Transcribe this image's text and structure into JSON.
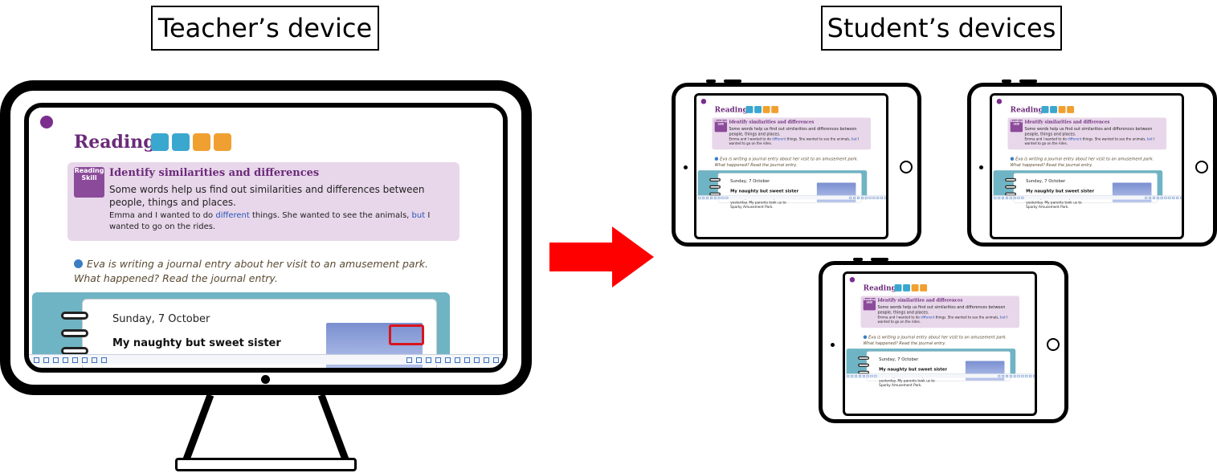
{
  "labels": {
    "teacher": "Teacher’s device",
    "students": "Student’s devices"
  },
  "page": {
    "reading_title": "Reading",
    "skill_tag": "Reading Skill",
    "skill_title": "Identify similarities and differences",
    "skill_line1": "Some words help us find out similarities and differences between people, things and places.",
    "skill_line2_a": "Emma and I wanted to do ",
    "skill_line2_b": "different",
    "skill_line2_c": " things. She wanted to see the animals, ",
    "skill_line2_d": "but",
    "skill_line2_e": " I wanted to go on the rides.",
    "instruction_1": "Eva is writing a journal entry about her visit to an amusement park.",
    "instruction_2": "What happened? Read the journal entry.",
    "journal_date": "Sunday, 7 October",
    "journal_title": "My naughty but sweet sister",
    "journal_text": "It was my sister’s birthday yesterday. My parents took us to Sparky Amusement Park."
  },
  "colors": {
    "arrow": "#ff0000",
    "accent_purple": "#6b2a7a",
    "skill_bg": "#e8d7ea",
    "journal_teal": "#6fb4c4",
    "highlight_red": "#d9141c"
  }
}
